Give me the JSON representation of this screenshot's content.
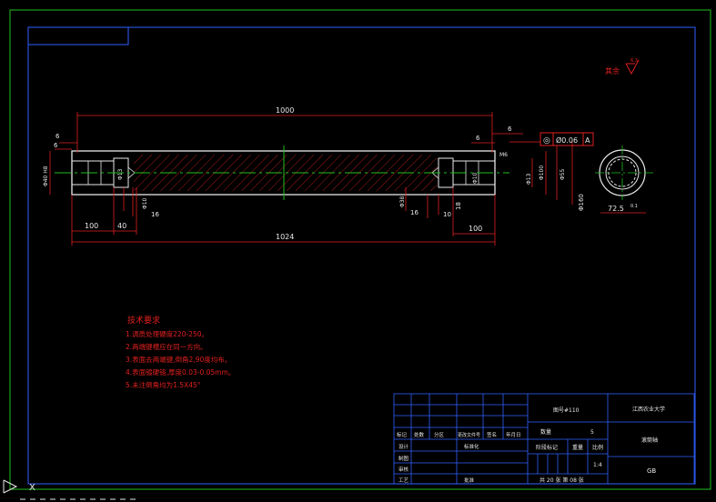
{
  "drawing": {
    "dims": {
      "overall_top": "1000",
      "overall_bottom": "1024",
      "left_end_100": "100",
      "left_40": "40",
      "right_end_100": "100",
      "left_6a": "6",
      "left_6b": "6",
      "right_6a": "6",
      "right_6b": "6",
      "left_phi_small": "Φ13",
      "left_phi_mid": "Φ10",
      "left_phi_bore": "Φ38",
      "left_16": "16",
      "right_16": "16",
      "right_10": "10",
      "right_18": "18",
      "right_phi_mid": "Φ10",
      "right_phi_13": "Φ13",
      "right_phi_100": "Φ100",
      "right_phi_small": "Φ55",
      "right_phi_large": "Φ160",
      "left_phi_label": "Φ40 H8",
      "right_m_label": "M6"
    },
    "tolerance_frame": {
      "symbol": "◎",
      "value": "Ø0.06",
      "datum": "A"
    },
    "roughness_note": "其余",
    "roughness_value": "6.3",
    "section_dim": "72.5",
    "section_dim_sup": "0.1"
  },
  "tech_requirements": {
    "title": "技术要求",
    "items": [
      "1.调质处理硬度220-250。",
      "2.两端键槽应在同一方向。",
      "3.表面去两端键,倒角2,90度均布。",
      "4.表面镀硬铬,厚度0.03-0.05mm。",
      "5.未注倒角均为1.5X45°"
    ]
  },
  "title_block": {
    "material": "图号#110",
    "company": "江西农业大学",
    "quantity_label": "数量",
    "quantity_value": "5",
    "stage_label": "阶段标记",
    "weight_label": "重量",
    "scale_label": "比例",
    "scale_value": "1:4",
    "part_name": "滚筒轴",
    "sheet_info": "共 20 张   第 08 张",
    "standard": "GB",
    "row_labels": [
      "标记",
      "处数",
      "分区",
      "更改文件号",
      "签名",
      "年月日"
    ],
    "designer": "设计",
    "checker": "制图",
    "approver": "审核",
    "process": "工艺",
    "std_label": "标准化",
    "approve_label": "批准"
  },
  "ucs": {
    "x_label": "X"
  }
}
